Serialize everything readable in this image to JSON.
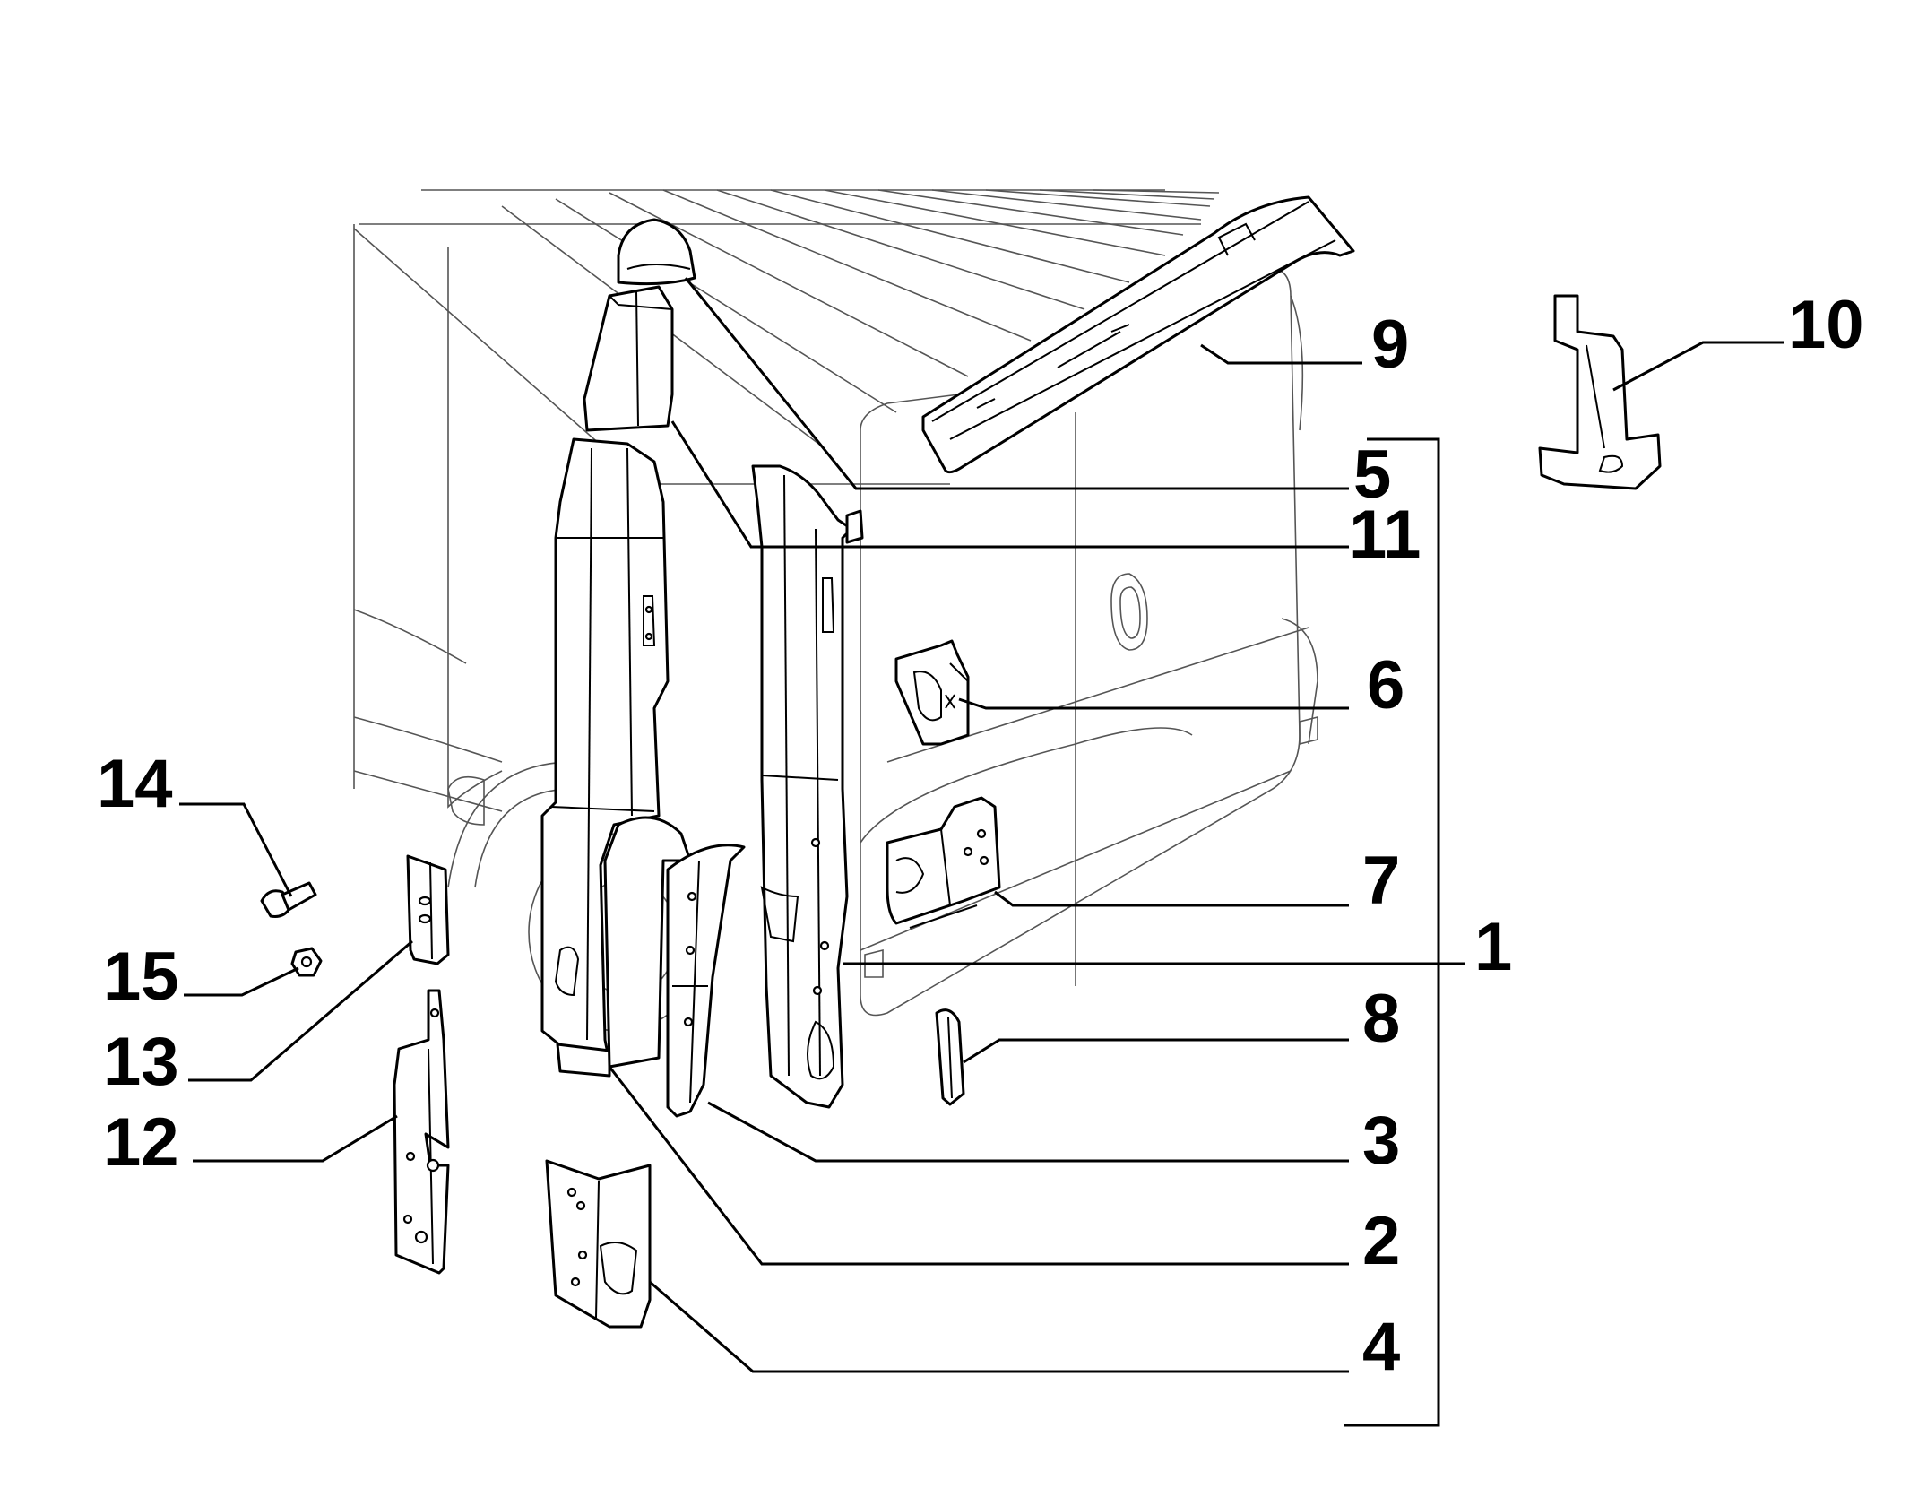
{
  "diagram": {
    "background": "#ffffff",
    "ink": "#000000",
    "callouts": [
      {
        "id": "1",
        "label": "1"
      },
      {
        "id": "2",
        "label": "2"
      },
      {
        "id": "3",
        "label": "3"
      },
      {
        "id": "4",
        "label": "4"
      },
      {
        "id": "5",
        "label": "5"
      },
      {
        "id": "6",
        "label": "6"
      },
      {
        "id": "7",
        "label": "7"
      },
      {
        "id": "8",
        "label": "8"
      },
      {
        "id": "9",
        "label": "9"
      },
      {
        "id": "10",
        "label": "10"
      },
      {
        "id": "11",
        "label": "11"
      },
      {
        "id": "12",
        "label": "12"
      },
      {
        "id": "13",
        "label": "13"
      },
      {
        "id": "14",
        "label": "14"
      },
      {
        "id": "15",
        "label": "15"
      }
    ]
  }
}
